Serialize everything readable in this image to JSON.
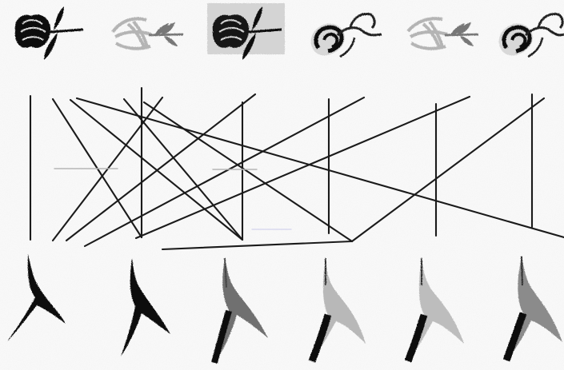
{
  "figure": {
    "top_row": {
      "items": [
        {
          "kind": "dark-ornament"
        },
        {
          "kind": "faded-leafy-ornament"
        },
        {
          "kind": "dark-ornament-on-gray"
        },
        {
          "kind": "outlined-ornament"
        },
        {
          "kind": "faded-leafy-ornament"
        },
        {
          "kind": "outlined-ornament"
        }
      ]
    },
    "middle": {
      "verticals": 6,
      "connectors": 12
    },
    "bottom_row": {
      "items": [
        {
          "tone": "#101010"
        },
        {
          "tone": "#080808"
        },
        {
          "tone": "#6d6d6d"
        },
        {
          "tone": "#b8b8b8"
        },
        {
          "tone": "#bdbdbd"
        },
        {
          "tone": "#8b8b8b"
        }
      ]
    },
    "colors": {
      "ink": "#111111",
      "line": "#1c1c1c",
      "paper": "#fbfbfb",
      "shade": "#d6d6d6"
    }
  }
}
